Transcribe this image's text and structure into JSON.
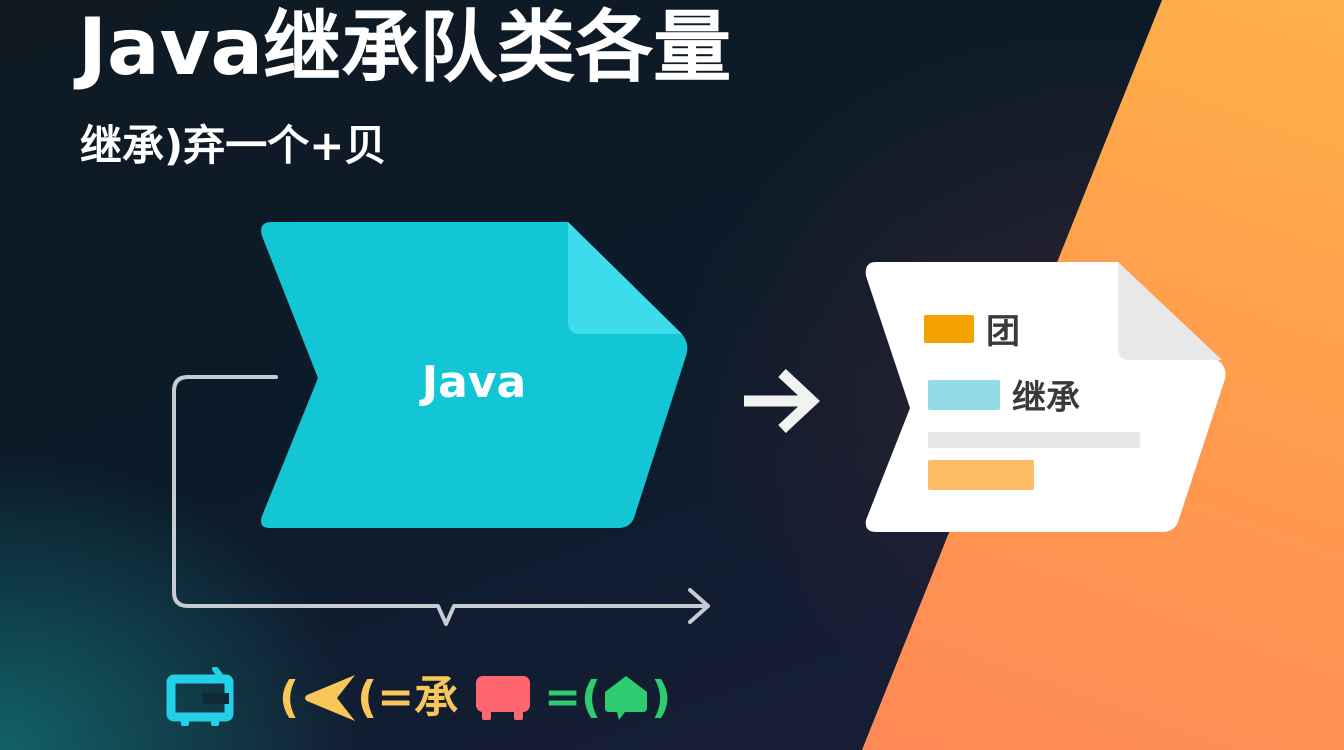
{
  "header": {
    "title": "Java继承队类各量",
    "subtitle": "继承)弃一个+贝"
  },
  "diagram": {
    "source_card": {
      "label": "Java",
      "color": "#13c6d6",
      "fold_color": "#3ddcec"
    },
    "flow_arrow": {
      "icon": "arrow-right-icon",
      "color": "#f2f2f2"
    },
    "loop_connector": {
      "icon": "return-loop-arrow-icon",
      "color": "#c7ccd2"
    },
    "target_card": {
      "rows": [
        {
          "swatch_color": "#f5a100",
          "text": "团"
        },
        {
          "swatch_color": "#93dbe6",
          "text": "继承"
        },
        {
          "swatch_color": "#e6e6e6",
          "text": ""
        },
        {
          "swatch_color": "#fdbd63",
          "text": ""
        }
      ],
      "fold_color": "#e8e8e8"
    }
  },
  "legend": {
    "items": [
      {
        "icon": "tv-icon",
        "color": "#23d0e8"
      },
      {
        "text": "(",
        "color": "#f8c659"
      },
      {
        "icon": "chevron-left-icon",
        "color": "#f8c659"
      },
      {
        "text": "(=承",
        "color": "#f8c659"
      },
      {
        "icon": "red-block-icon",
        "color": "#ff6670"
      },
      {
        "text": "=(",
        "color": "#2ecc71"
      },
      {
        "icon": "house-icon",
        "color": "#2ecc71"
      },
      {
        "text": ")",
        "color": "#2ecc71"
      }
    ]
  },
  "colors": {
    "background_dark": "#0d1a26",
    "background_teal": "#126e70",
    "background_orange_top": "#ffb04a",
    "background_orange_bottom": "#ff7d5e"
  }
}
